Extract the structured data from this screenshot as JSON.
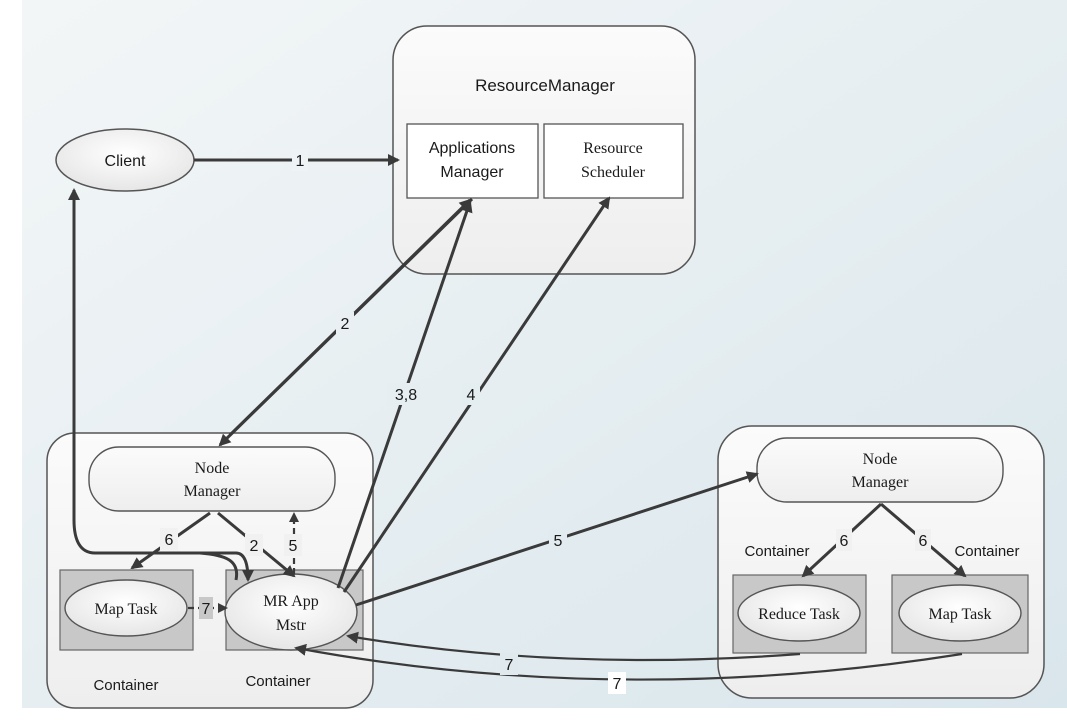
{
  "resource_manager": {
    "title": "ResourceManager",
    "applications_manager": [
      "Applications",
      "Manager"
    ],
    "resource_scheduler": [
      "Resource",
      "Scheduler"
    ]
  },
  "client": {
    "label": "Client"
  },
  "left_node": {
    "node_manager": [
      "Node",
      "Manager"
    ],
    "map_task": "Map Task",
    "mr_app_master": [
      "MR App",
      "Mstr"
    ],
    "container_left": "Container",
    "container_right": "Container"
  },
  "right_node": {
    "node_manager": [
      "Node",
      "Manager"
    ],
    "reduce_task": "Reduce Task",
    "map_task": "Map Task",
    "container_left": "Container",
    "container_right": "Container"
  },
  "step_labels": {
    "client_to_apps": "1",
    "apps_to_nm": "2",
    "mr_to_apps": "3,8",
    "mr_to_scheduler": "4",
    "mr_to_remote_nm": "5",
    "nm_to_map": "6",
    "nm_to_mr": "2",
    "mr_to_nm": "5",
    "map_to_mr": "7",
    "remote_nm_to_reduce": "6",
    "remote_nm_to_map": "6",
    "reduce_to_mr": "7",
    "remote_map_to_mr": "7"
  },
  "colors": {
    "background_top": "#eef3f5",
    "background_bottom": "#dfe9ee",
    "panel_fill": "#f6f6f6",
    "container_fill": "#c8c8c8",
    "ellipse_fill": "#f2f2f2",
    "line": "#3a3a3a"
  }
}
